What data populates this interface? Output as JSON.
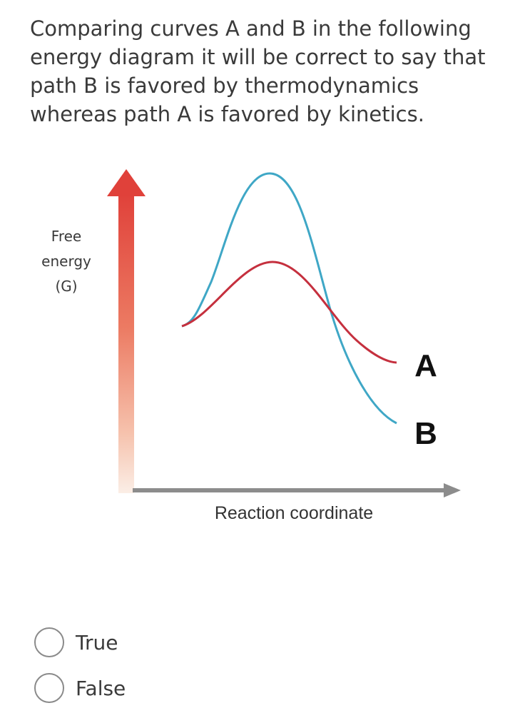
{
  "question": {
    "text": "Comparing curves A and B in the following energy diagram it will be correct to say that path B is favored by thermodynamics whereas path A is favored by kinetics."
  },
  "diagram": {
    "y_axis_label": [
      "Free",
      "energy",
      "(G)"
    ],
    "x_axis_label": "Reaction coordinate",
    "curve_a_label": "A",
    "curve_b_label": "B",
    "colors": {
      "curve_a": "#c5303e",
      "curve_b": "#3fa7c6",
      "y_axis_top": "#e0413a",
      "x_axis": "#8c8c8c"
    }
  },
  "options": [
    {
      "label": "True",
      "selected": false
    },
    {
      "label": "False",
      "selected": false
    }
  ]
}
